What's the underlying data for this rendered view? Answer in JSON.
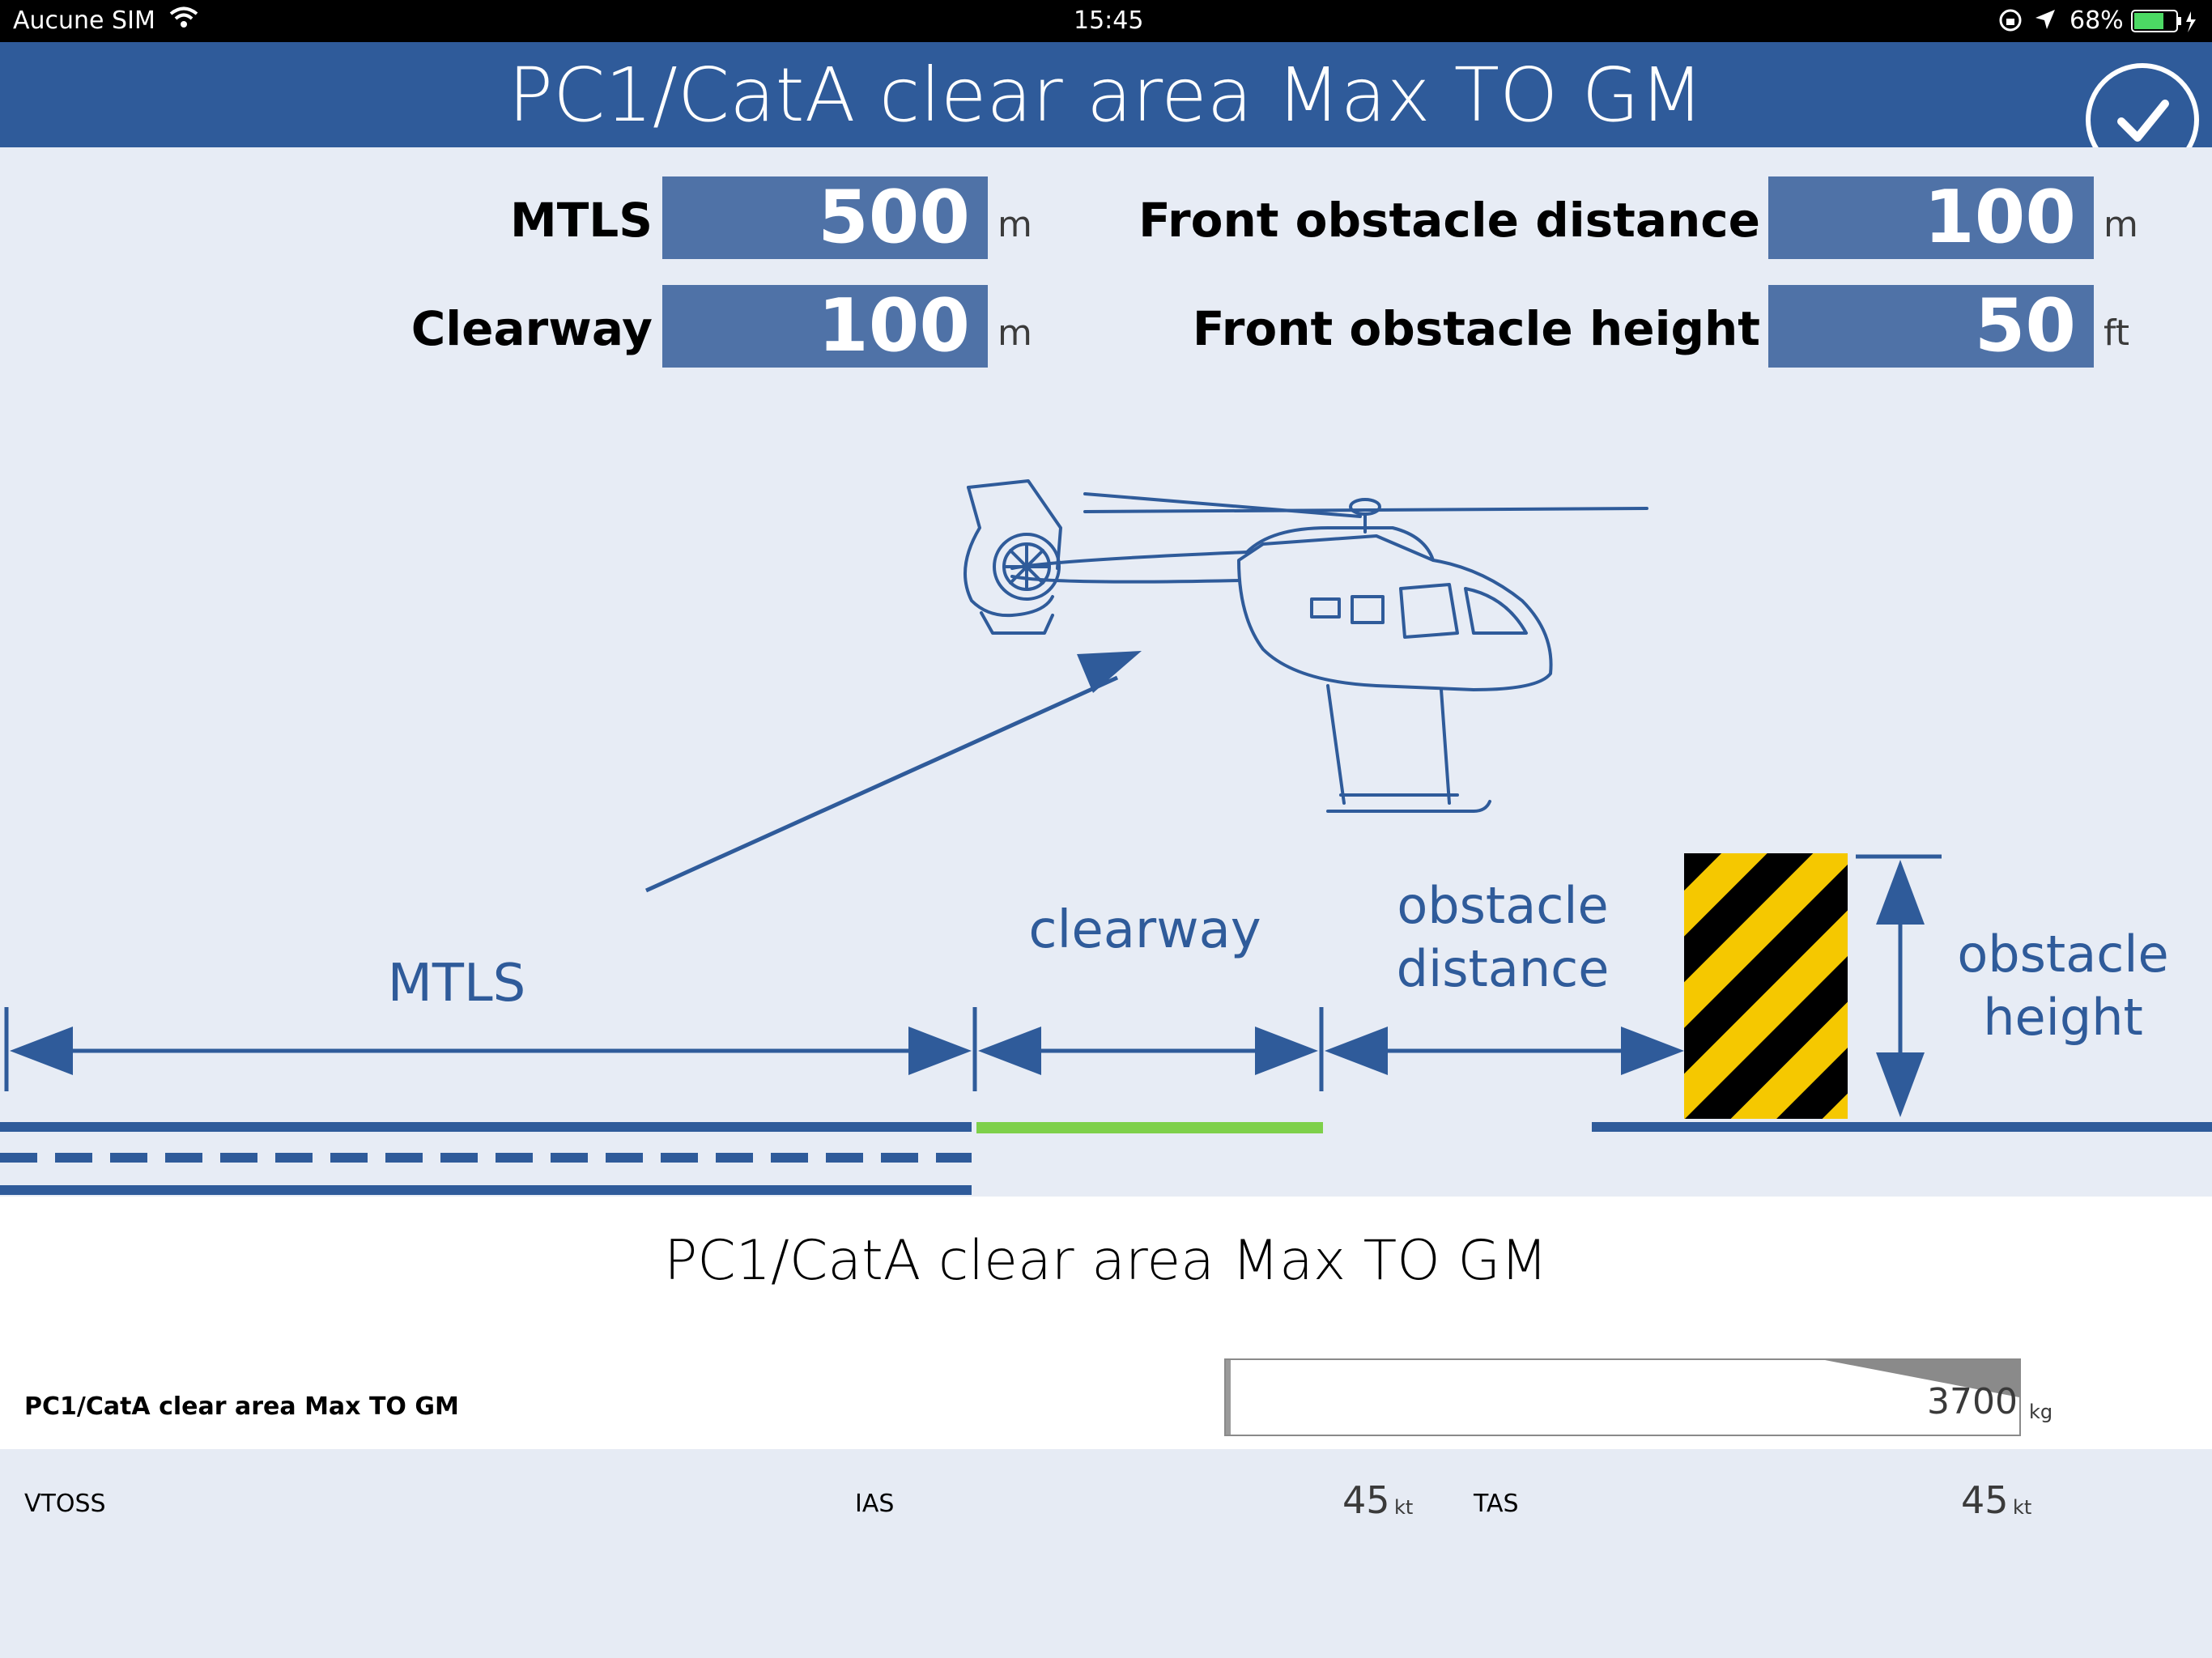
{
  "status_bar": {
    "carrier": "Aucune SIM",
    "time": "15:45",
    "battery": "68%"
  },
  "nav": {
    "title": "PC1/CatA clear area Max TO GM"
  },
  "inputs": {
    "mtls": {
      "label": "MTLS",
      "value": "500",
      "unit": "m"
    },
    "clearway": {
      "label": "Clearway",
      "value": "100",
      "unit": "m"
    },
    "front_obstacle_distance": {
      "label": "Front obstacle distance",
      "value": "100",
      "unit": "m"
    },
    "front_obstacle_height": {
      "label": "Front obstacle height",
      "value": "50",
      "unit": "ft"
    }
  },
  "diagram": {
    "mtls": "MTLS",
    "clearway": "clearway",
    "obstacle_distance_1": "obstacle",
    "obstacle_distance_2": "distance",
    "obstacle_height_1": "obstacle",
    "obstacle_height_2": "height"
  },
  "results": {
    "title": "PC1/CatA clear area Max TO GM",
    "gm_label": "PC1/CatA clear area Max TO GM",
    "gm_value": "3700",
    "gm_unit": "kg",
    "vtoss_label": "VTOSS",
    "ias_label": "IAS",
    "ias_value": "45",
    "ias_unit": "kt",
    "tas_label": "TAS",
    "tas_value": "45",
    "tas_unit": "kt"
  },
  "colors": {
    "nav": "#2f5b9a",
    "diagram": "#2f5b9a",
    "clearway": "#7ed04a",
    "hazard_yellow": "#f5c800"
  }
}
